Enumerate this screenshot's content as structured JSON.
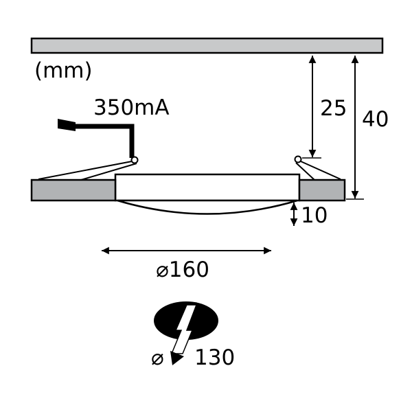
{
  "diagram": {
    "title": "recessed-luminaire-dimension-drawing",
    "unit": "(mm)",
    "drive_current": "350mA",
    "dims": {
      "recess_depth": "25",
      "total_depth": "40",
      "protrusion": "10",
      "outer_diameter": "⌀160",
      "cutout_prefix": "⌀",
      "cutout_diameter": "130"
    },
    "colors": {
      "line": "#000000",
      "ceiling_fill": "#c8c9ca",
      "flange_fill": "#b1b3b5",
      "background": "#ffffff",
      "cutout_fill": "#000000"
    }
  }
}
